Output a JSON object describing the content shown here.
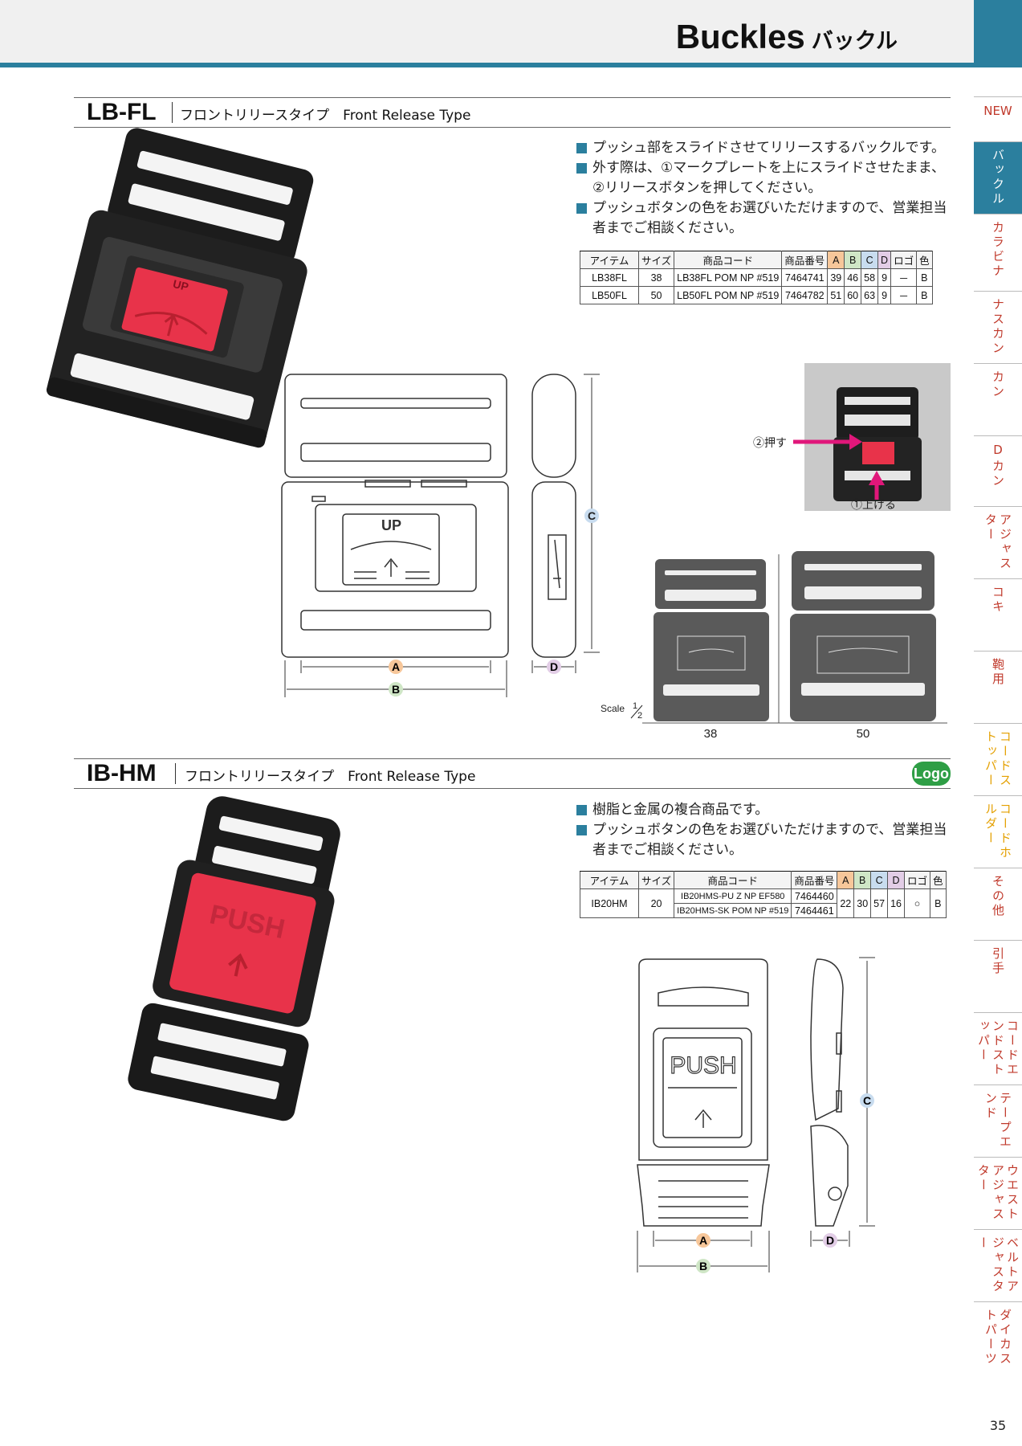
{
  "header": {
    "title": "Buckles",
    "title_jp": "バックル"
  },
  "sidebar": [
    {
      "label": "NEW",
      "h": 56,
      "state": "new"
    },
    {
      "label": "バックル",
      "h": 90,
      "state": "active"
    },
    {
      "label": "カラビナ",
      "h": 96,
      "state": ""
    },
    {
      "label": "ナスカン",
      "h": 90,
      "state": ""
    },
    {
      "label": "カン",
      "h": 90,
      "state": ""
    },
    {
      "label": "Dカン",
      "h": 88,
      "state": ""
    },
    {
      "label": "アジャスター",
      "h": 90,
      "state": ""
    },
    {
      "label": "コキ",
      "h": 90,
      "state": ""
    },
    {
      "label": "鞄用",
      "h": 90,
      "state": ""
    },
    {
      "label": "コードストッパー",
      "h": 90,
      "state": "alt"
    },
    {
      "label": "コードホルダー",
      "h": 90,
      "state": "alt"
    },
    {
      "label": "その他",
      "h": 90,
      "state": ""
    },
    {
      "label": "引手",
      "h": 90,
      "state": ""
    },
    {
      "label": "コードエンドストッパー",
      "h": 90,
      "state": ""
    },
    {
      "label": "テープエンド",
      "h": 90,
      "state": ""
    },
    {
      "label": "ウエストアジャスター",
      "h": 90,
      "state": ""
    },
    {
      "label": "ベルトアジャスター",
      "h": 90,
      "state": ""
    },
    {
      "label": "ダイカストパーツ",
      "h": 92,
      "state": ""
    }
  ],
  "page_number": "35",
  "sections": [
    {
      "code": "LB-FL",
      "subtitle": "フロントリリースタイプ　Front Release Type",
      "bullets": [
        "プッシュ部をスライドさせてリリースするバックルです。",
        "外す際は、①マークプレートを上にスライドさせたまま、②リリースボタンを押してください。",
        "プッシュボタンの色をお選びいただけますので、営業担当者までご相談ください。"
      ],
      "table": {
        "headers": [
          "アイテム",
          "サイズ",
          "商品コード",
          "商品番号",
          "A",
          "B",
          "C",
          "D",
          "ロゴ",
          "色"
        ],
        "rows": [
          [
            "LB38FL",
            "38",
            "LB38FL POM NP #519",
            "7464741",
            "39",
            "46",
            "58",
            "9",
            "－",
            "B"
          ],
          [
            "LB50FL",
            "50",
            "LB50FL POM NP #519",
            "7464782",
            "51",
            "60",
            "63",
            "9",
            "－",
            "B"
          ]
        ]
      },
      "drawing_labels": {
        "A": "A",
        "B": "B",
        "C": "C",
        "D": "D",
        "up": "UP"
      },
      "inset": {
        "push_label": "②押す",
        "lift_label": "①上げる"
      },
      "scale": {
        "label": "Scale",
        "num": "1",
        "den": "2",
        "sizes": [
          "38",
          "50"
        ]
      }
    },
    {
      "code": "IB-HM",
      "subtitle": "フロントリリースタイプ　Front Release Type",
      "logo_badge": "Logo",
      "bullets": [
        "樹脂と金属の複合商品です。",
        "プッシュボタンの色をお選びいただけますので、営業担当者までご相談ください。"
      ],
      "table": {
        "headers": [
          "アイテム",
          "サイズ",
          "商品コード",
          "商品番号",
          "A",
          "B",
          "C",
          "D",
          "ロゴ",
          "色"
        ],
        "item": "IB20HM",
        "size": "20",
        "codes": [
          "IB20HMS-PU Z NP EF580",
          "IB20HMS-SK POM NP #519"
        ],
        "numbers": [
          "7464460",
          "7464461"
        ],
        "A": "22",
        "B": "30",
        "C": "57",
        "D": "16",
        "logo": "○",
        "color": "B"
      },
      "drawing_labels": {
        "A": "A",
        "B": "B",
        "C": "C",
        "D": "D",
        "push": "PUSH"
      }
    }
  ],
  "colors": {
    "accent": "#2b7f9e",
    "button_red": "#e8334a",
    "logo_green": "#2e9e45",
    "arrow_magenta": "#e0177a"
  }
}
